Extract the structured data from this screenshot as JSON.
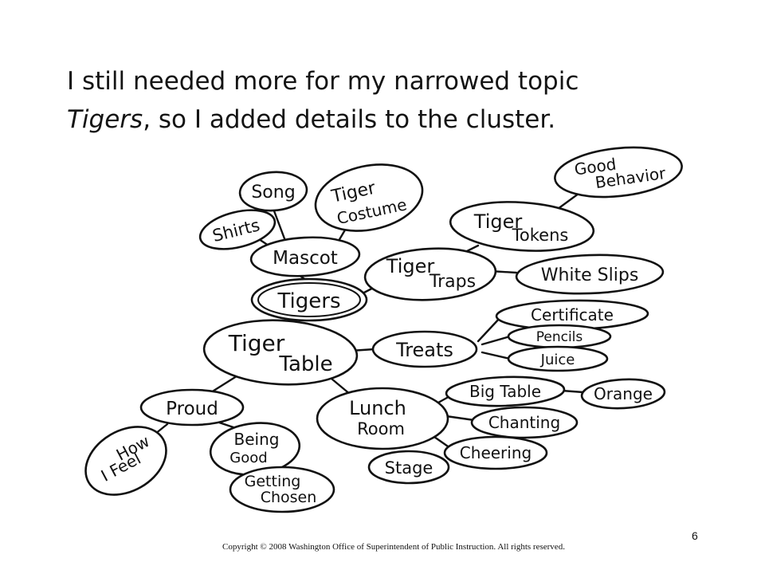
{
  "heading": {
    "line1": "I still needed more for my narrowed topic",
    "line2_topic": "Tigers",
    "line2_rest": ", so I added details to the cluster."
  },
  "cluster": {
    "song": "Song",
    "tiger_costume_1": "Tiger",
    "tiger_costume_2": "Costume",
    "shirts": "Shirts",
    "mascot": "Mascot",
    "tigers": "Tigers",
    "good_behavior_1": "Good",
    "good_behavior_2": "Behavior",
    "tiger_tokens_1": "Tiger",
    "tiger_tokens_2": "Tokens",
    "tiger_traps_1": "Tiger",
    "tiger_traps_2": "Traps",
    "white_slips": "White Slips",
    "tiger_table_1": "Tiger",
    "tiger_table_2": "Table",
    "treats": "Treats",
    "certificate": "Certificate",
    "pencils": "Pencils",
    "juice": "Juice",
    "proud": "Proud",
    "how_i_feel_1": "How",
    "how_i_feel_2": "I Feel",
    "being_good_1": "Being",
    "being_good_2": "Good",
    "getting_chosen_1": "Getting",
    "getting_chosen_2": "Chosen",
    "lunch_room_1": "Lunch",
    "lunch_room_2": "Room",
    "big_table": "Big Table",
    "orange": "Orange",
    "chanting": "Chanting",
    "cheering": "Cheering",
    "stage": "Stage"
  },
  "footer": {
    "copyright": "Copyright © 2008 Washington Office of Superintendent of Public Instruction.  All rights reserved.",
    "page_number": "6"
  }
}
